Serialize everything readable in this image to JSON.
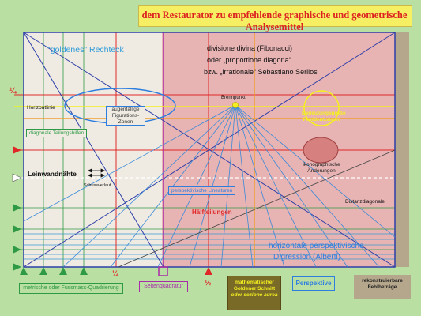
{
  "title": "dem Restaurator zu empfehlende graphische und geometrische Analysemittel",
  "canvas_labels": {
    "golden_rectangle": "\"goldenes\" Rechteck",
    "divisione_line1": "divisione divina  (Fibonacci)",
    "divisione_line2": "oder „proportione diagona“",
    "divisione_line3": "bzw. „irrationale“  Sebastiano Serlios",
    "horizon": "Horizontlinie",
    "figuration_zones": "augenfällige Figurations-Zonen",
    "focal_point": "Brennpunkt",
    "diagonal_aids": "diagonale Teilungshilfen",
    "background_damages": "Bedeutungsgröße Fehldeutungen",
    "canvas_seams": "Leinwandnähte",
    "weft_direction": "Schussverlauf",
    "iconographic_changes": "ikonographische Änderungen",
    "perspective_lines": "perspektivische Lineaturen",
    "halvings": "Hälfteilungen",
    "distance_diagonal": "Distanzdiagonale",
    "horizontal_digression_1": "horizontale  perspektivische",
    "horizontal_digression_2": "Digression (Alberti)",
    "quarter_left": "¼",
    "quarter_bottom": "¼",
    "half_bottom": "½"
  },
  "legend": {
    "metric": "metrische oder Fussmass-Quadrierung",
    "side_square": "Seitenquadratur",
    "golden_section_1": "mathematischer",
    "golden_section_2": "Goldener Schnitt",
    "golden_section_3": "oder sezione aurea",
    "perspective": "Perspektive",
    "reconstructable_1": "rekonstruierbare",
    "reconstructable_2": "Fehlbeträge"
  },
  "colors": {
    "background": "#b9dfa2",
    "title_fill": "#f6ee63",
    "title_text": "#dd2222",
    "left_panel": "#efebe2",
    "right_panel": "#e7b3b3",
    "frame_blue": "#2d3ea8",
    "grid_green": "#2f9a45",
    "grid_red": "#e02828",
    "purple": "#a82ca8",
    "orange": "#f0a030",
    "yellow": "#f4f020",
    "strip_gray": "#b5a78c",
    "persp_lines": "#3a8ad8"
  },
  "icons": {
    "marker_left": "triangle-right",
    "marker_bottom": "triangle-up",
    "seam_arrow": "double-arrow"
  }
}
